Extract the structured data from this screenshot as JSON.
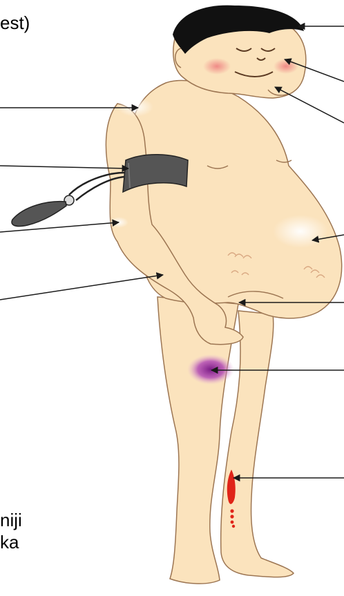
{
  "texts": {
    "top_fragment": "est)",
    "bottom_fragment_1": "niji",
    "bottom_fragment_2": "ka"
  },
  "colors": {
    "skin": "#fbe3bd",
    "skin_outline": "#9c7552",
    "hair": "#111111",
    "cuff": "#555555",
    "bruise": "#9b2aa1",
    "bleed": "#e02418",
    "cheek": "#ef8a86",
    "arrow": "#1a1a1a"
  },
  "icons": [
    "blood-pressure-cuff-icon",
    "inflation-bulb-icon"
  ]
}
